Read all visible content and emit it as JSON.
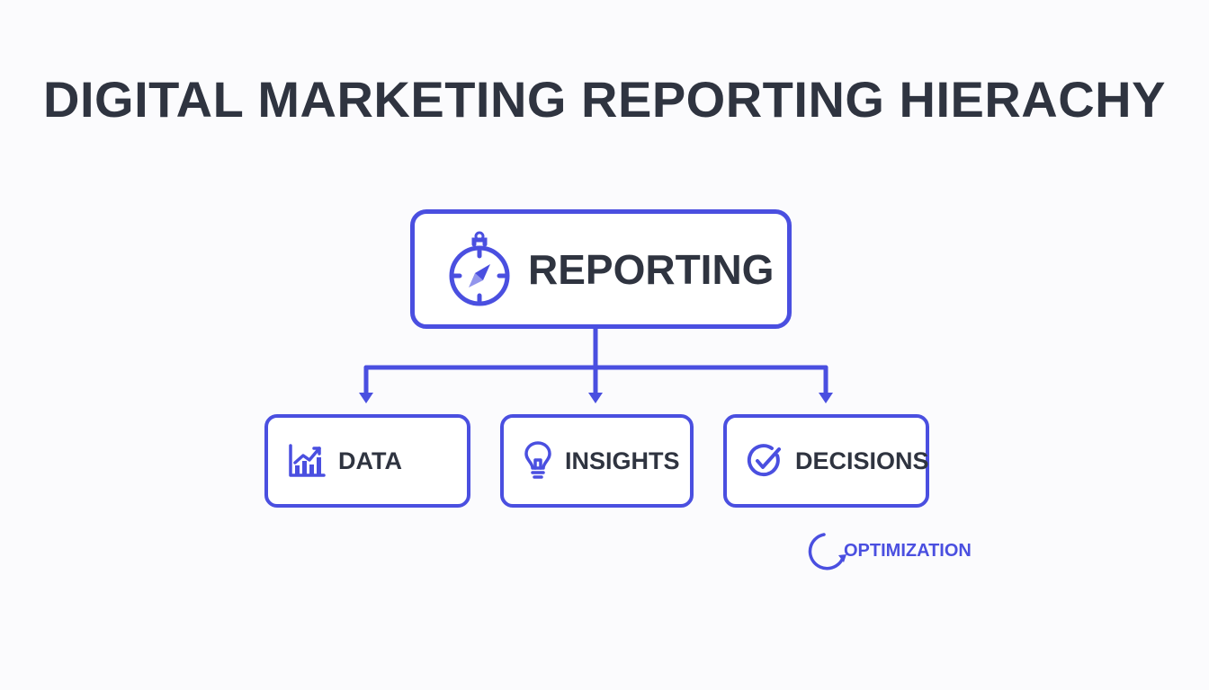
{
  "title": "DIGITAL MARKETING REPORTING HIERACHY",
  "colors": {
    "accent": "#4a4fe0",
    "text": "#2f3440",
    "background": "#fbfbfd"
  },
  "root": {
    "label": "REPORTING",
    "icon": "compass-icon"
  },
  "children": [
    {
      "label": "DATA",
      "icon": "bar-chart-icon"
    },
    {
      "label": "INSIGHTS",
      "icon": "lightbulb-icon"
    },
    {
      "label": "DECISIONS",
      "icon": "check-circle-icon"
    }
  ],
  "optimization": {
    "label": "OPTIMIZATION",
    "icon": "cycle-arrow-icon"
  }
}
